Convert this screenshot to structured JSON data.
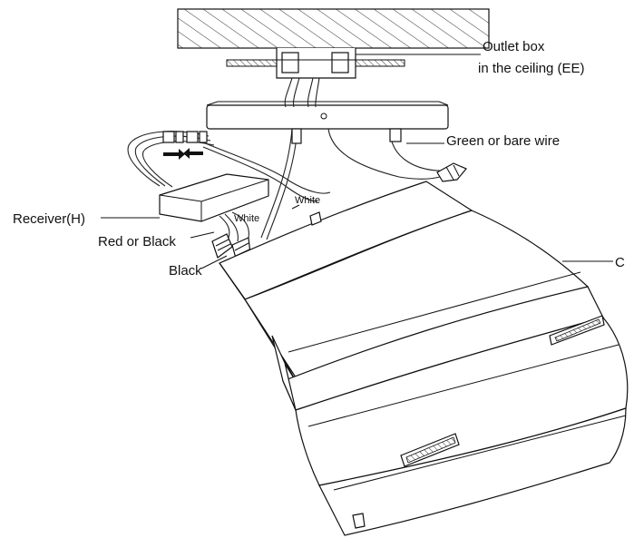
{
  "labels": {
    "outlet_box_line1": "Outlet box",
    "outlet_box_line2": "in the ceiling (EE)",
    "green_wire": "Green or bare wire",
    "receiver": "Receiver(H)",
    "red_or_black": "Red or Black",
    "black": "Black",
    "white_upper": "White",
    "white_lower": "White",
    "part_c": "C"
  },
  "colors": {
    "stroke": "#111111",
    "background": "#ffffff",
    "hatch": "#333333"
  }
}
